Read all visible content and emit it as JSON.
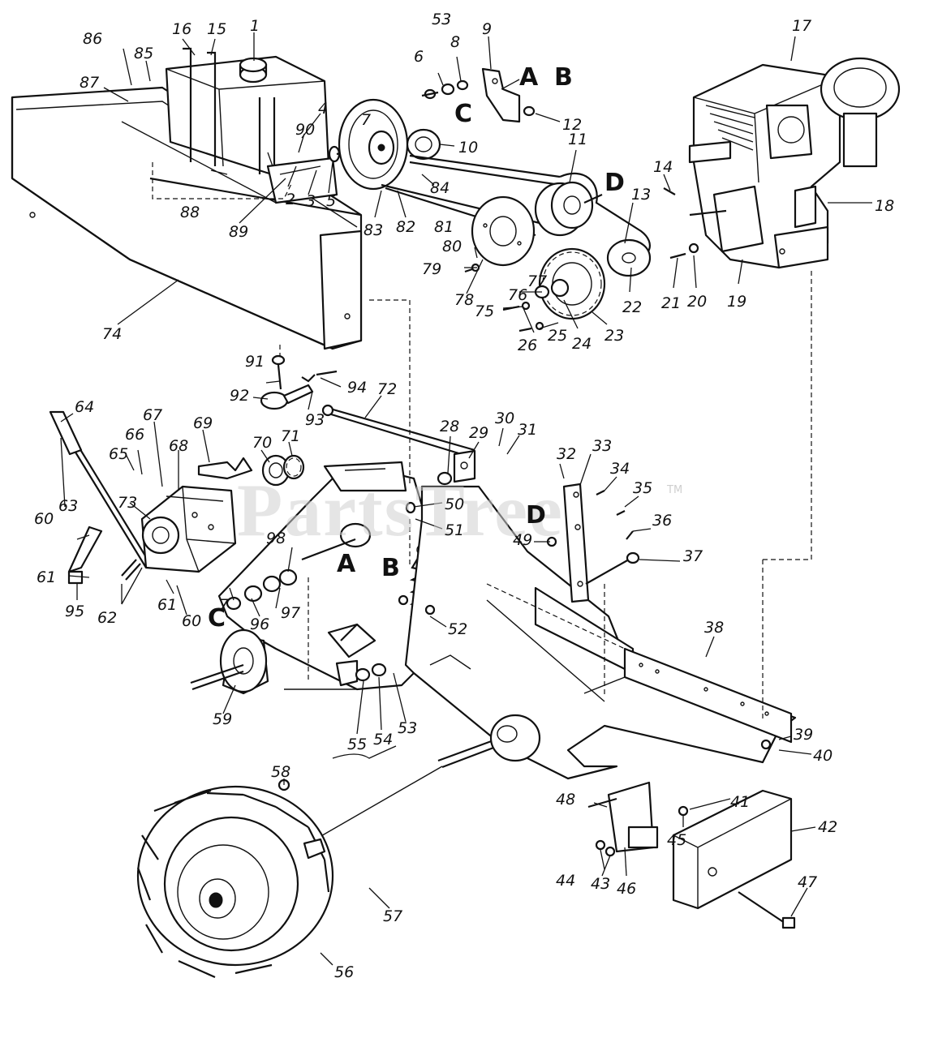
{
  "watermark": {
    "text": "PartsTree",
    "trademark": "TM"
  },
  "colors": {
    "ink": "#111111",
    "paper": "#ffffff",
    "watermark": "#cfcfcf"
  },
  "callouts": [
    "1",
    "2",
    "3",
    "4",
    "5",
    "6",
    "7",
    "8",
    "9",
    "10",
    "11",
    "12",
    "13",
    "14",
    "15",
    "16",
    "17",
    "18",
    "19",
    "20",
    "21",
    "22",
    "23",
    "24",
    "25",
    "26",
    "28",
    "29",
    "30",
    "31",
    "32",
    "33",
    "34",
    "35",
    "36",
    "37",
    "38",
    "39",
    "40",
    "41",
    "42",
    "43",
    "44",
    "45",
    "46",
    "47",
    "48",
    "49",
    "50",
    "51",
    "52",
    "53",
    "54",
    "55",
    "56",
    "57",
    "58",
    "59",
    "60",
    "61",
    "62",
    "63",
    "64",
    "65",
    "66",
    "67",
    "68",
    "69",
    "70",
    "71",
    "72",
    "73",
    "74",
    "75",
    "76",
    "77",
    "78",
    "79",
    "80",
    "81",
    "82",
    "83",
    "84",
    "85",
    "86",
    "87",
    "88",
    "89",
    "90",
    "91",
    "92",
    "93",
    "94",
    "95",
    "96",
    "97",
    "98"
  ],
  "reference_letters": [
    "A",
    "B",
    "C",
    "D"
  ]
}
